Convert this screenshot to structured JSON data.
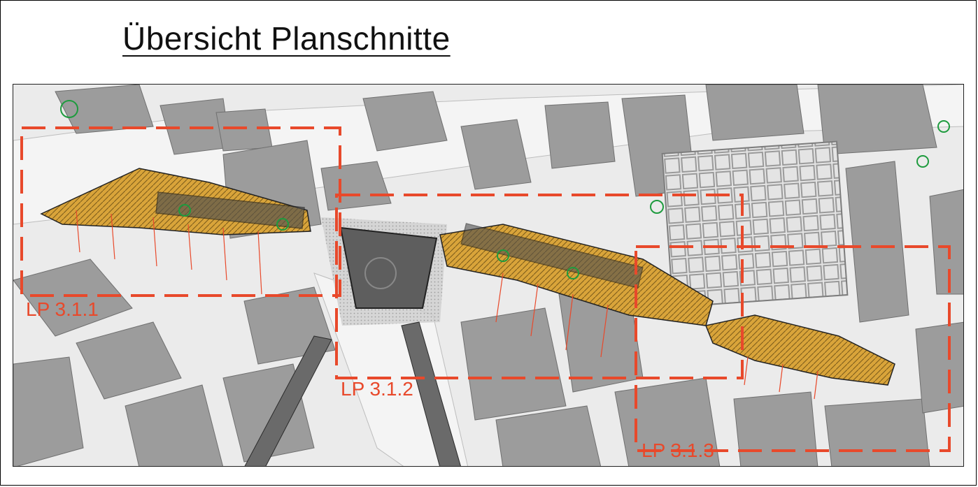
{
  "title": "Übersicht Planschnitte",
  "sections": [
    {
      "label": "LP 3.1.1"
    },
    {
      "label": "LP 3.1.2"
    },
    {
      "label": "LP 3.1.3"
    }
  ],
  "colors": {
    "section_border": "#e8492b",
    "paving": "#d9a43a",
    "buildings": "#9c9c9c",
    "background": "#ebebeb"
  }
}
